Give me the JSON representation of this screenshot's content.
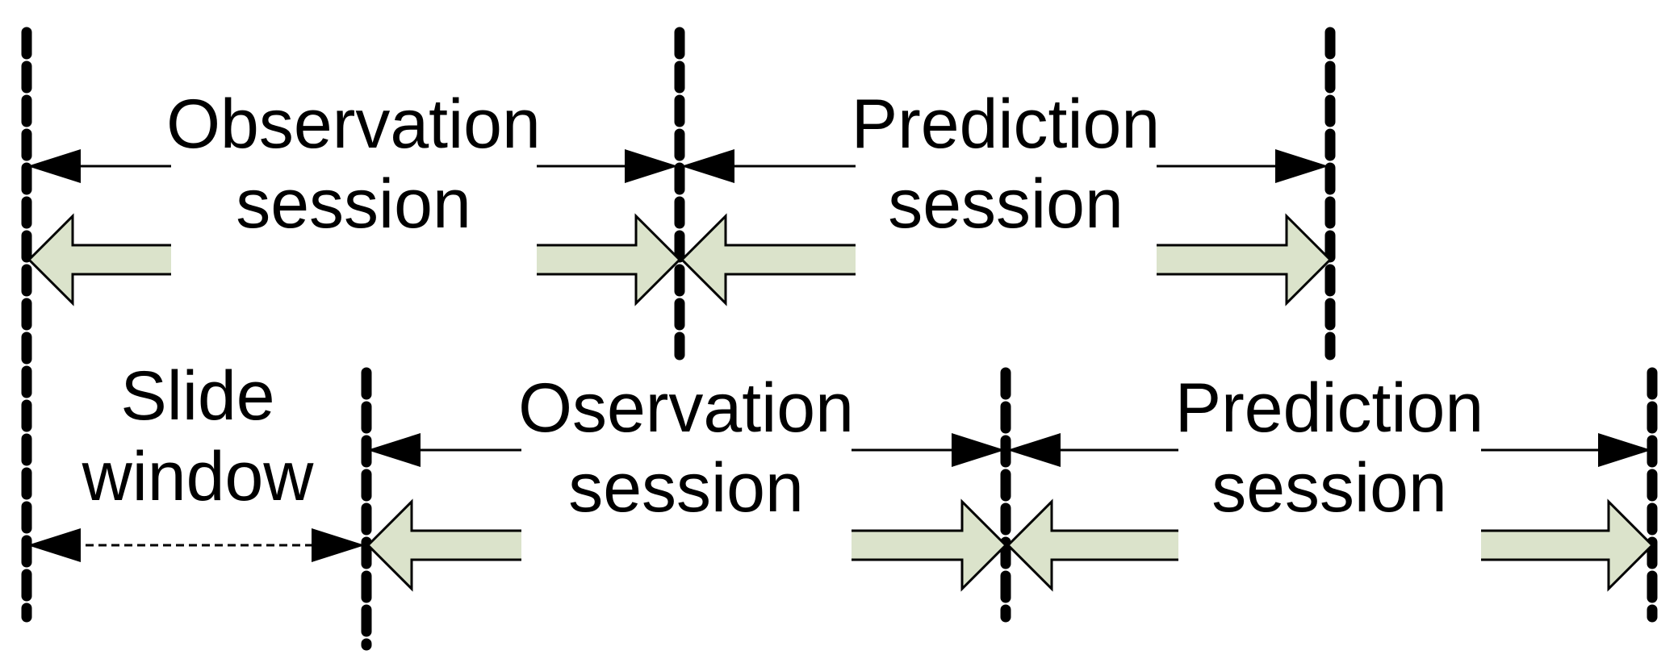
{
  "colors": {
    "line": "#000000",
    "arrow_fill": "#dbe3cb",
    "background": "#ffffff"
  },
  "row1": {
    "observation": {
      "line1": "Observation",
      "line2": "session"
    },
    "prediction": {
      "line1": "Prediction",
      "line2": "session"
    }
  },
  "row2": {
    "slide": {
      "line1": "Slide",
      "line2": "window"
    },
    "observation": {
      "line1": "Oservation",
      "line2": "session"
    },
    "prediction": {
      "line1": "Prediction",
      "line2": "session"
    }
  }
}
